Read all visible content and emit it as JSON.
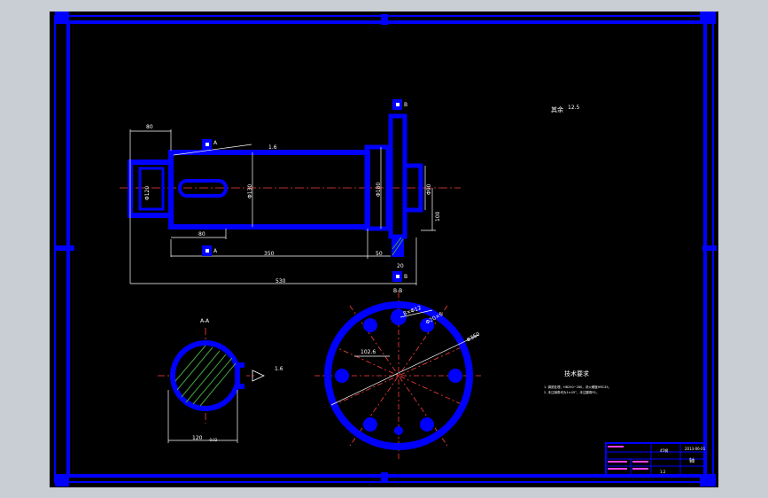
{
  "drawing": {
    "view_a_label": "A-A",
    "view_b_label": "B-B",
    "section_marker_a_top": "A",
    "section_marker_a_bottom": "A",
    "section_marker_b_top": "B",
    "section_marker_b_bottom": "B",
    "dim_80_top": "80",
    "dim_80_bottom": "80",
    "dim_350": "350",
    "dim_50": "50",
    "dim_530": "530",
    "dim_phi_left": "Φ120",
    "dim_phi_mid": "Φ130",
    "dim_phi_right": "Φ180",
    "dim_phi_flange": "Φ90",
    "dim_100": "100",
    "dim_20": "20",
    "dim_102": "102.6",
    "dim_hole_a": "8×Φ12",
    "dim_hole_b": "Φ20×6",
    "dim_circle": "Φ360",
    "dim_section": "120",
    "dim_section_tol": "-0.02",
    "roughness_top": "1.6",
    "roughness_a": "1.6",
    "other_roughness_label": "其余",
    "other_roughness_value": "12.5",
    "tech_title": "技术要求",
    "tech_line_1": "1. 调质处理，HB250~280，淬火硬度HRC45。",
    "tech_line_2": "2. 未注倒角均为1×45°，未注圆角R1。",
    "tb_name": "轴",
    "tb_code": "2013-06-01",
    "tb_material": "45钢",
    "tb_ratio": "1:2"
  }
}
